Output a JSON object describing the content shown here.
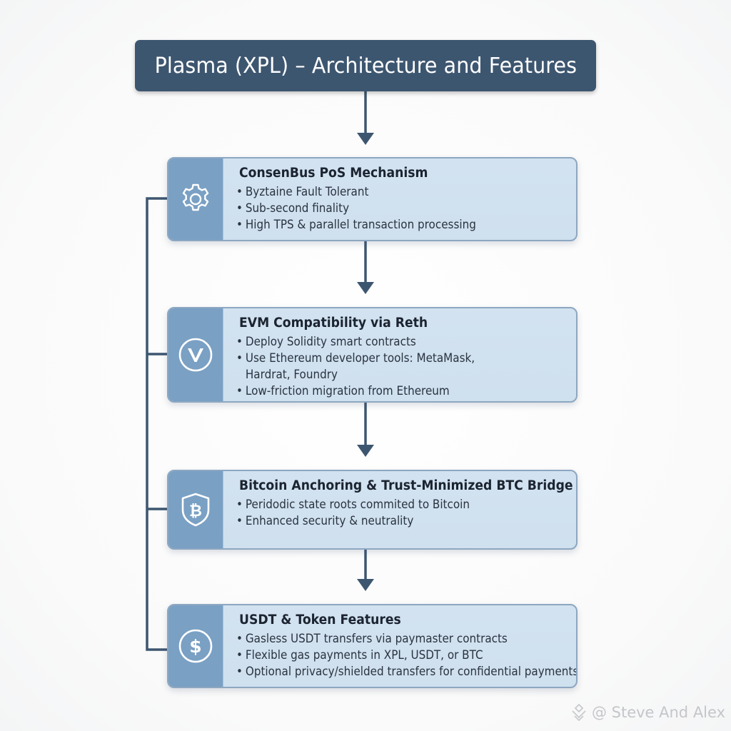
{
  "title": "Plasma (XPL) – Architecture and Features",
  "colors": {
    "title_bg": "#3d5670",
    "connector": "#3d5670",
    "card_bg": "#d2e2f0",
    "card_border": "#8da7c1",
    "icon_col_bg": "#7aa0c4"
  },
  "cards": [
    {
      "icon": "gear-icon",
      "title": "ConsenBus PoS Mechanism",
      "bullets": [
        {
          "bullet": "•",
          "text": "Byztaine Fault Tolerant"
        },
        {
          "bullet": "•",
          "text": "Sub-second finality"
        },
        {
          "bullet": "•",
          "text": "High TPS & parallel transaction processing"
        }
      ]
    },
    {
      "icon": "evm-v-icon",
      "title": "EVM Compatibility via Reth",
      "bullets": [
        {
          "bullet": "•",
          "text": "Deploy Solidity smart contracts"
        },
        {
          "bullet": "•",
          "text": "Use Ethereum developer tools: MetaMask,",
          "continuation": "Hardrat, Foundry"
        },
        {
          "bullet": "•",
          "text": "Low-friction migration from Ethereum"
        }
      ]
    },
    {
      "icon": "bitcoin-shield-icon",
      "title": "Bitcoin Anchoring & Trust-Minimized BTC Bridge",
      "bullets": [
        {
          "bullet": "•",
          "text": "Peridodic state roots commited to Bitcoin"
        },
        {
          "bullet": "•",
          "text": "Enhanced security & neutrality"
        }
      ]
    },
    {
      "icon": "dollar-icon",
      "title": "USDT & Token Features",
      "bullets": [
        {
          "bullet": "•",
          "text": "Gasless USDT transfers via paymaster contracts"
        },
        {
          "bullet": "•",
          "text": "Flexible gas payments in XPL, USDT, or BTC"
        },
        {
          "bullet": "•",
          "text": "Optional privacy/shielded transfers for confidential payments"
        }
      ]
    }
  ],
  "watermark": {
    "icon": "binance-logo-icon",
    "text": "@ Steve And Alex"
  }
}
